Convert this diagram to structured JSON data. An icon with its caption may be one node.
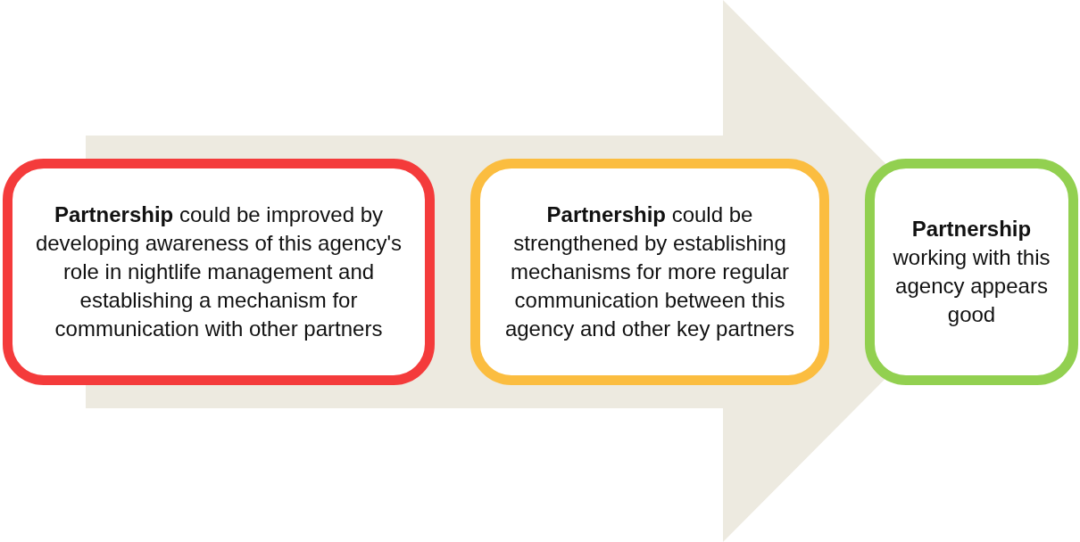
{
  "diagram": {
    "nodes": [
      {
        "text": [
          "**Partnership** could be improved by developing awareness of this agency's role in nightlife management and establishing a mechanism for communication with other partners"
        ]
      },
      {
        "text": [
          "**Partnership** could be strengthened by establishing mechanisms for more regular communication between this agency and other key partners"
        ]
      },
      {
        "text": [
          "**Partnership** working with this agency appears good"
        ]
      }
    ],
    "edges": [
      {
        "from": 0,
        "to": 2,
        "arrow": "to"
      }
    ]
  }
}
